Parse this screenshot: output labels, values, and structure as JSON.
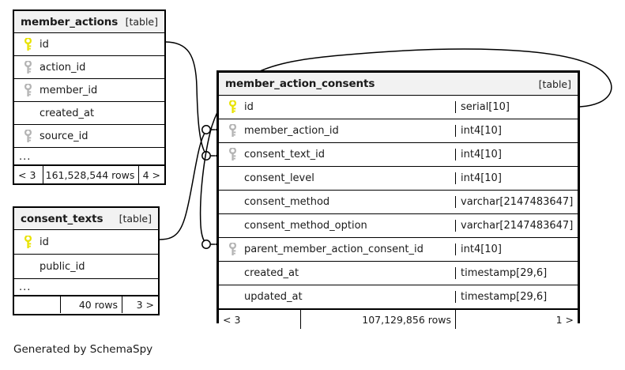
{
  "diagram": {
    "caption": "Generated by SchemaSpy",
    "table_tag": "[table]",
    "ellipsis": "...",
    "colors": {
      "primary_key": "#e8e200",
      "foreign_key": "#b3b3b3",
      "header_bg": "#f2f2f2",
      "border": "#000000",
      "background": "#ffffff"
    }
  },
  "tables": [
    {
      "id": "member_actions",
      "name": "member_actions",
      "tag": "[table]",
      "columns": [
        {
          "name": "id",
          "key": "primary"
        },
        {
          "name": "action_id",
          "key": "foreign"
        },
        {
          "name": "member_id",
          "key": "foreign"
        },
        {
          "name": "created_at",
          "key": "none"
        },
        {
          "name": "source_id",
          "key": "foreign"
        }
      ],
      "has_ellipsis": true,
      "footer": {
        "left": "< 3",
        "middle": "161,528,544 rows",
        "right": "4 >"
      }
    },
    {
      "id": "consent_texts",
      "name": "consent_texts",
      "tag": "[table]",
      "columns": [
        {
          "name": "id",
          "key": "primary"
        },
        {
          "name": "public_id",
          "key": "none"
        }
      ],
      "has_ellipsis": true,
      "footer": {
        "left": "",
        "middle": "40 rows",
        "right": "3 >"
      }
    },
    {
      "id": "member_action_consents",
      "name": "member_action_consents",
      "tag": "[table]",
      "columns": [
        {
          "name": "id",
          "key": "primary",
          "type": "serial[10]"
        },
        {
          "name": "member_action_id",
          "key": "foreign",
          "type": "int4[10]"
        },
        {
          "name": "consent_text_id",
          "key": "foreign",
          "type": "int4[10]"
        },
        {
          "name": "consent_level",
          "key": "none",
          "type": "int4[10]"
        },
        {
          "name": "consent_method",
          "key": "none",
          "type": "varchar[2147483647]"
        },
        {
          "name": "consent_method_option",
          "key": "none",
          "type": "varchar[2147483647]"
        },
        {
          "name": "parent_member_action_consent_id",
          "key": "foreign",
          "type": "int4[10]"
        },
        {
          "name": "created_at",
          "key": "none",
          "type": "timestamp[29,6]"
        },
        {
          "name": "updated_at",
          "key": "none",
          "type": "timestamp[29,6]"
        }
      ],
      "has_ellipsis": false,
      "footer": {
        "left": "< 3",
        "middle": "107,129,856 rows",
        "right": "1 >"
      }
    }
  ],
  "relationships": [
    {
      "from_table": "member_actions",
      "from_column": "id",
      "to_table": "member_action_consents",
      "to_column": "member_action_id"
    },
    {
      "from_table": "consent_texts",
      "from_column": "id",
      "to_table": "member_action_consents",
      "to_column": "consent_text_id"
    },
    {
      "from_table": "member_action_consents",
      "from_column": "id",
      "to_table": "member_action_consents",
      "to_column": "parent_member_action_consent_id"
    }
  ]
}
